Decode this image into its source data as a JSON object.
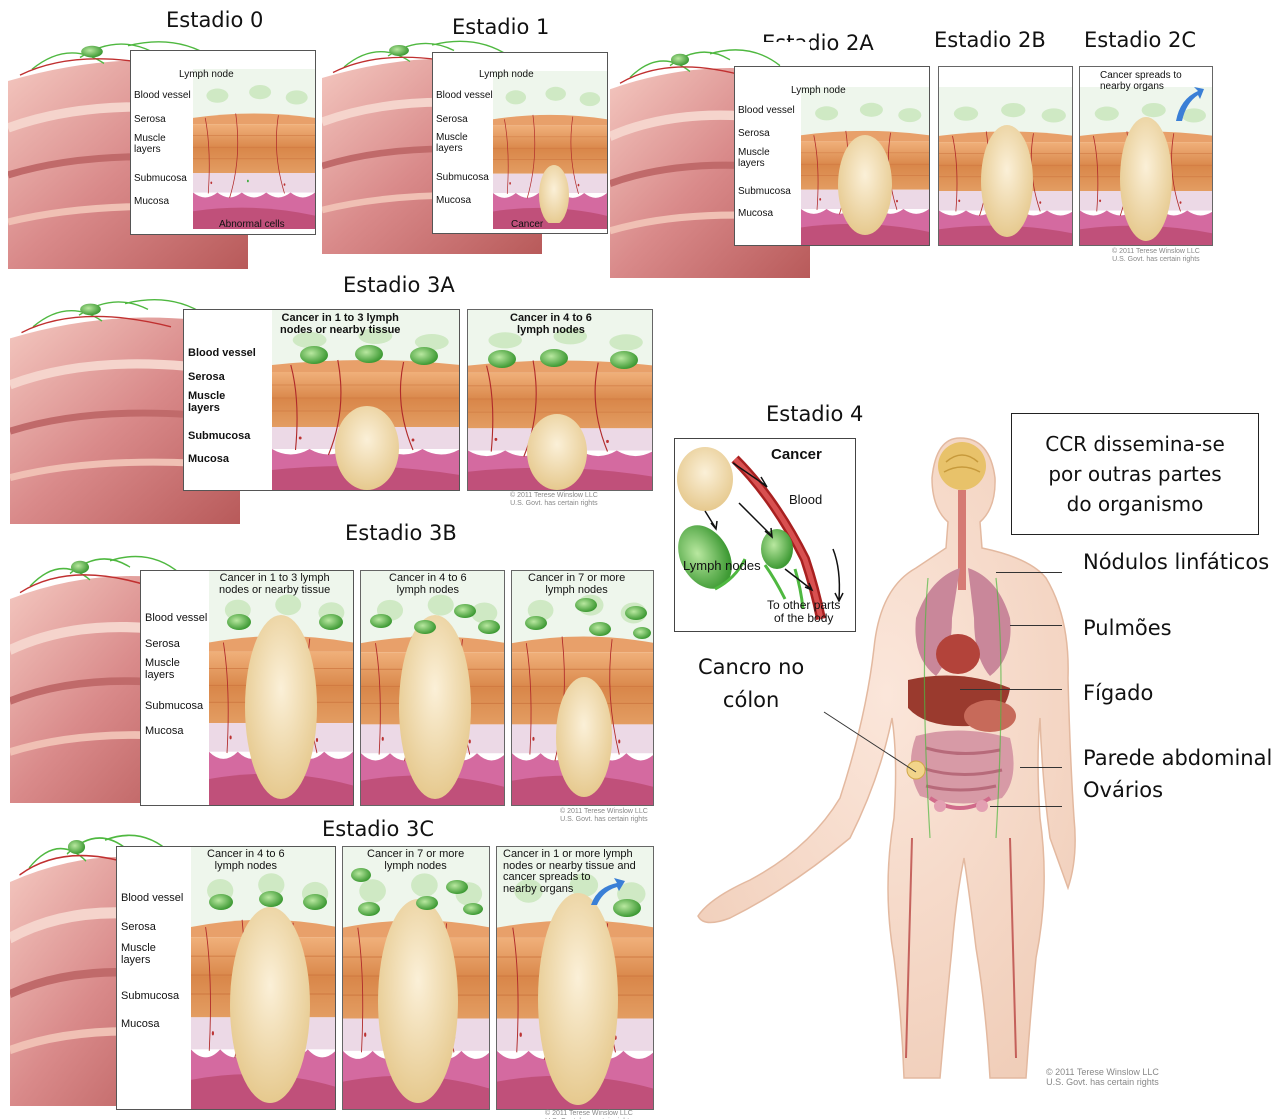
{
  "stages": {
    "s0": "Estadio 0",
    "s1": "Estadio 1",
    "s2a": "Estadio 2A",
    "s2b": "Estadio 2B",
    "s2c": "Estadio 2C",
    "s3a": "Estadio 3A",
    "s3b": "Estadio 3B",
    "s3c": "Estadio 3C",
    "s4": "Estadio 4"
  },
  "layers": {
    "lymph": "Lymph node",
    "blood": "Blood vessel",
    "serosa": "Serosa",
    "muscle": "Muscle\nlayers",
    "submucosa": "Submucosa",
    "mucosa": "Mucosa"
  },
  "annotations": {
    "abnormal": "Abnormal cells",
    "cancer": "Cancer",
    "spreads": "Cancer spreads to\nnearby organs",
    "a13": "Cancer in 1 to 3 lymph\nnodes or nearby tissue",
    "a46": "Cancer in 4 to 6\nlymph nodes",
    "a7": "Cancer in 7 or more\nlymph nodes",
    "a1more": "Cancer in 1 or more lymph\nnodes or nearby tissue and\ncancer spreads to\nnearby organs"
  },
  "stage4_inset": {
    "cancer": "Cancer",
    "blood": "Blood",
    "lymph_nodes": "Lymph nodes",
    "other_parts": "To other parts\nof the body"
  },
  "copyright": "© 2011 Terese Winslow LLC\nU.S. Govt. has certain rights",
  "body": {
    "box": "CCR dissemina-se\npor outras partes\ndo organismo",
    "nodulos": "Nódulos linfáticos",
    "pulmoes": "Pulmões",
    "figado": "Fígado",
    "parede": "Parede abdominal",
    "ovarios": "Ovários",
    "cancro": "Cancro no\ncólon"
  },
  "colors": {
    "muscle": "#d9874a",
    "serosa": "#e8a06a",
    "submucosa": "#ecd9e6",
    "mucosa": "#d46aa0",
    "lymph": "#4fb840",
    "tumor": "#f2deb4",
    "colon": "#d98a8a"
  }
}
